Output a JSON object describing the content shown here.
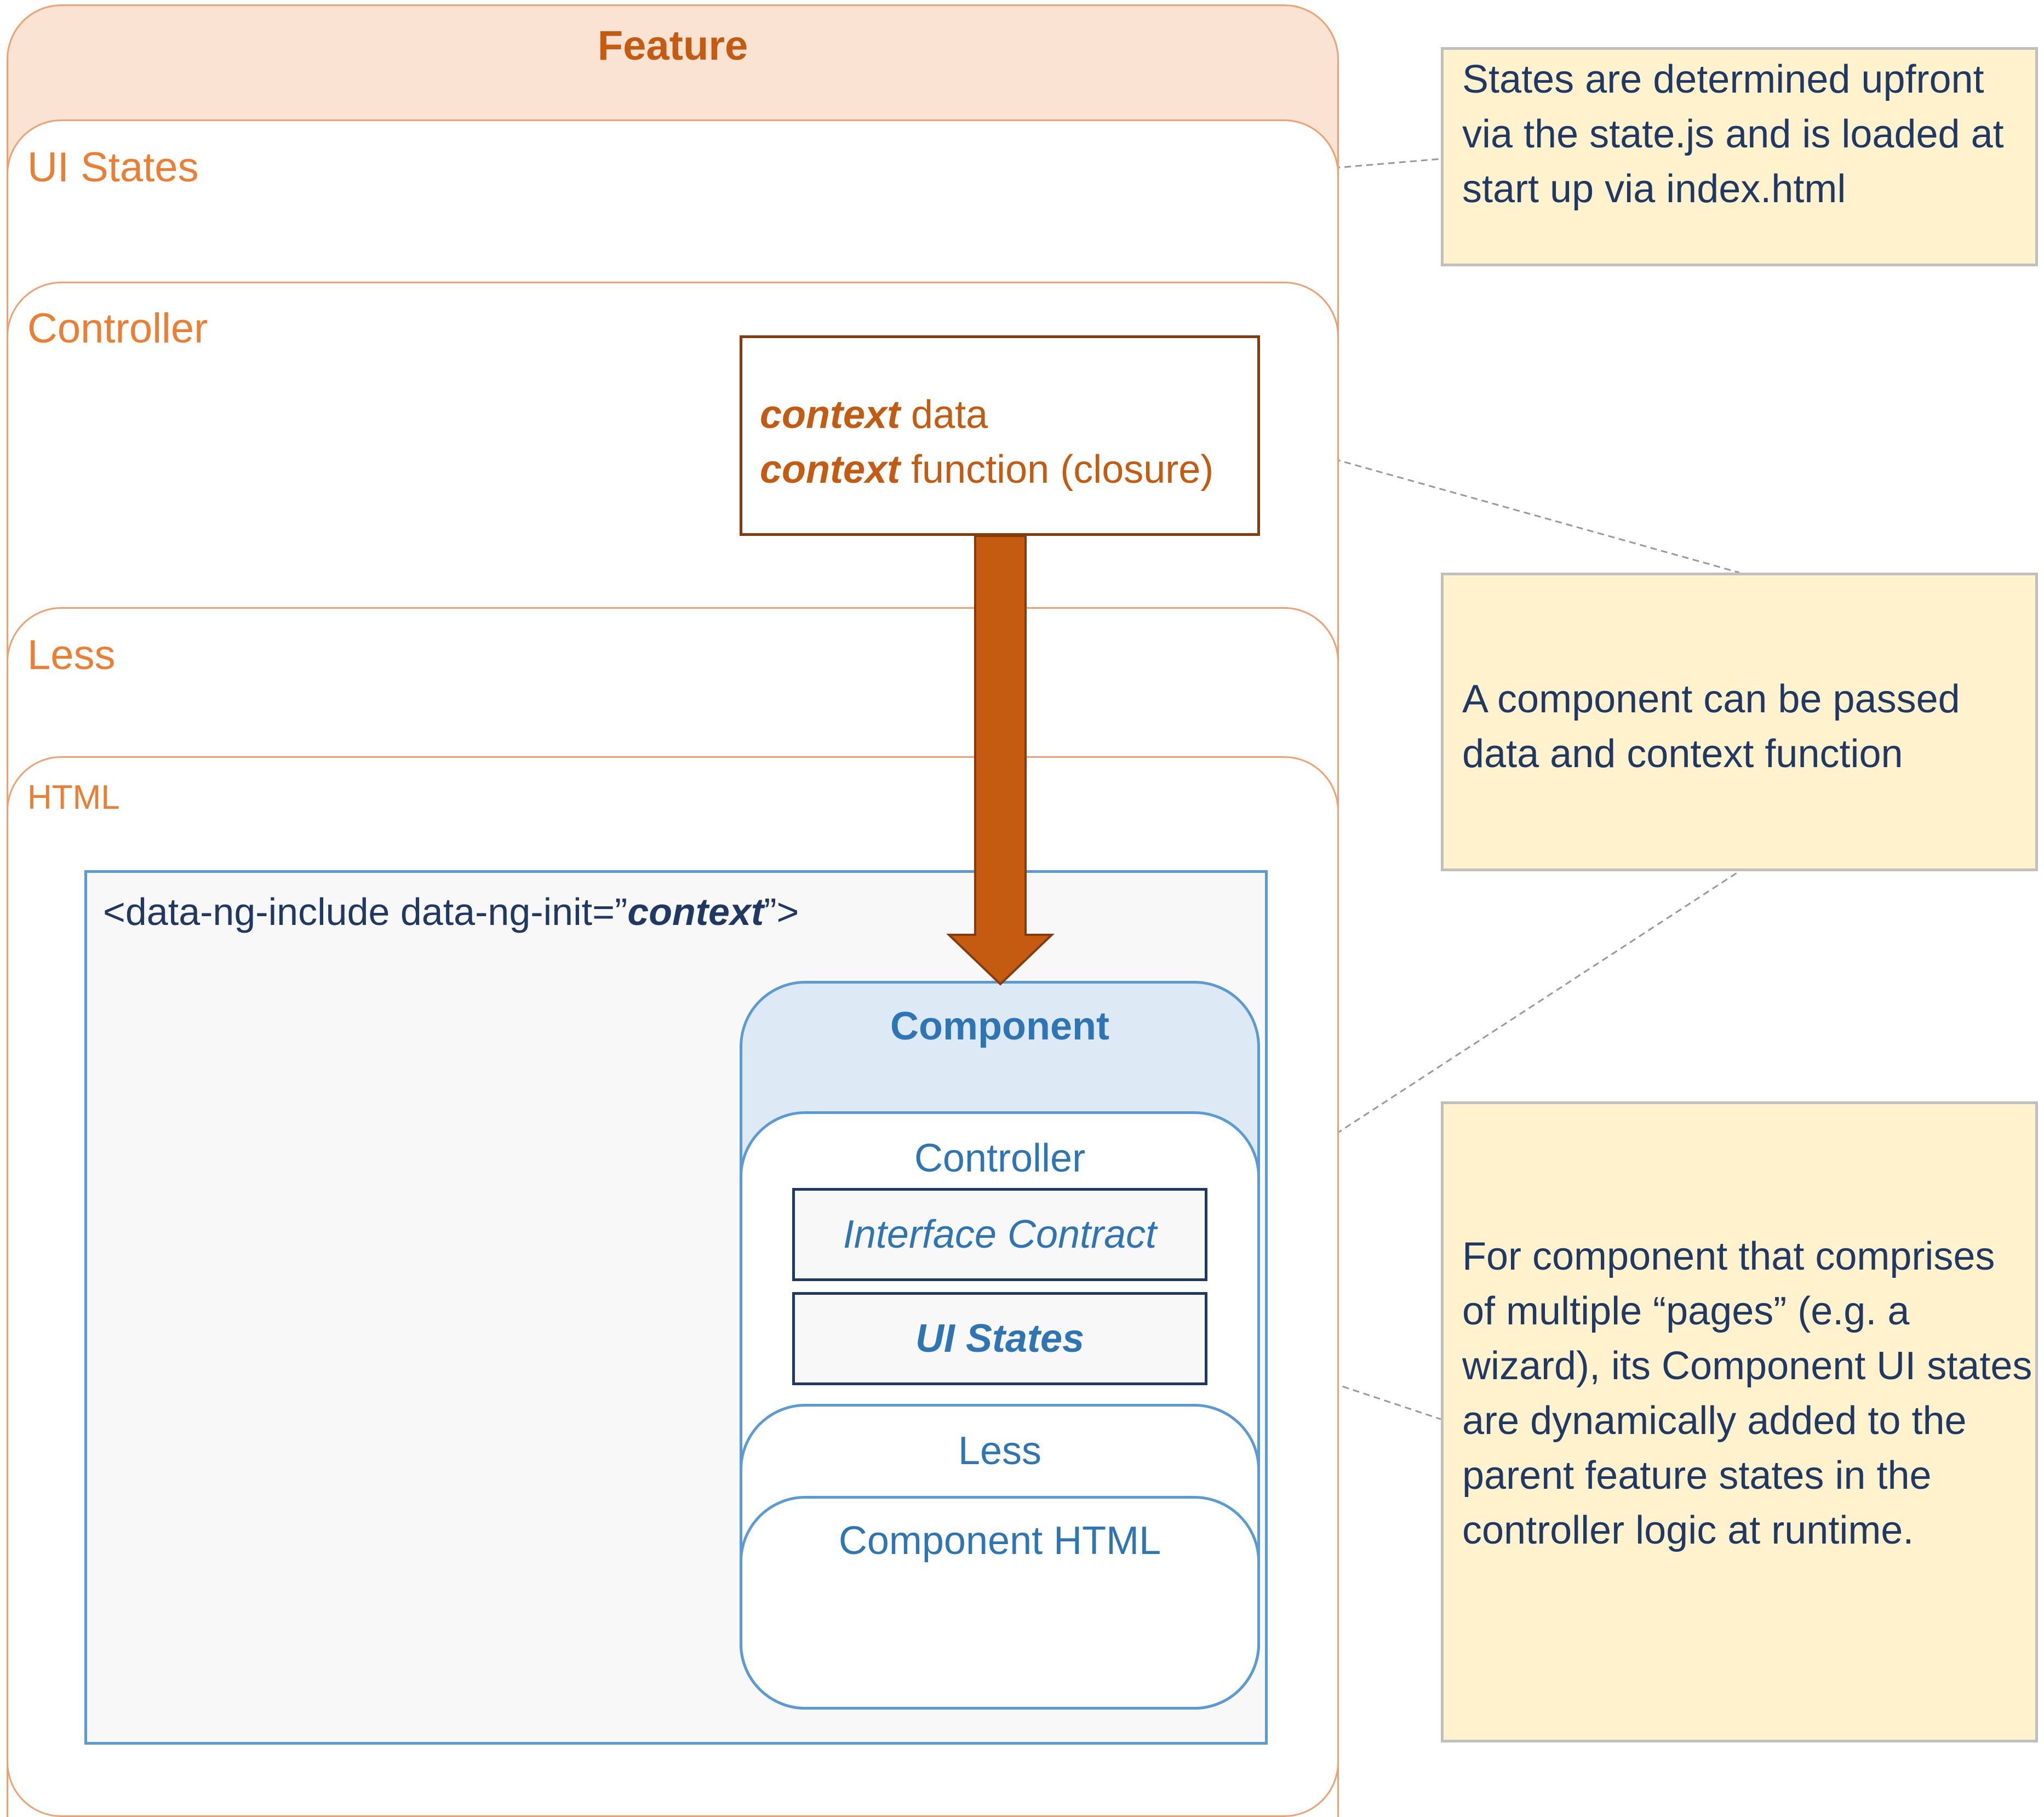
{
  "feature": {
    "title": "Feature",
    "layers": {
      "ui_states": "UI States",
      "controller": "Controller",
      "less": "Less",
      "html": "HTML"
    }
  },
  "context_box": {
    "keyword": "context",
    "line1_rest": " data",
    "line2_rest": " function (closure)"
  },
  "ng_include": {
    "prefix": "<data-ng-include data-ng-init=”",
    "keyword": "context",
    "suffix": "”>"
  },
  "component": {
    "title": "Component",
    "controller": "Controller",
    "interface_contract": "Interface Contract",
    "ui_states": "UI States",
    "less": "Less",
    "html": "Component HTML"
  },
  "notes": [
    "States are determined upfront via the state.js and is loaded at start up via index.html",
    "A component can be passed data and context function",
    "For component that comprises of multiple “pages” (e.g. a wizard),  its Component UI states are dynamically added to the parent feature states in the controller logic at runtime."
  ],
  "colors": {
    "feature_accent": "#ed7d31",
    "feature_title": "#c55a11",
    "arrow": "#c55a11",
    "component_accent": "#5b9bd5",
    "note_bg": "#fff2cc",
    "note_text": "#1f3864"
  }
}
